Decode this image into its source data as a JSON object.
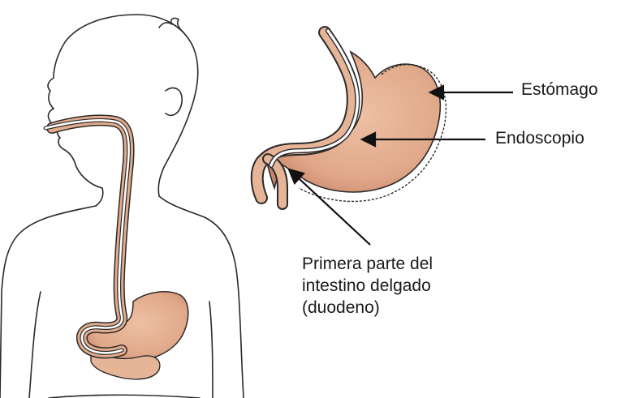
{
  "labels": {
    "stomach": "Estómago",
    "endoscope": "Endoscopio",
    "duodenum_lines": [
      "Primera parte del",
      "intestino delgado",
      "(duodeno)"
    ]
  },
  "colors": {
    "outline": "#2a2a2a",
    "organ_fill": "#e2ad8e",
    "organ_shade": "#c98468",
    "tube": "#ffffff",
    "text": "#1a1a1a"
  }
}
